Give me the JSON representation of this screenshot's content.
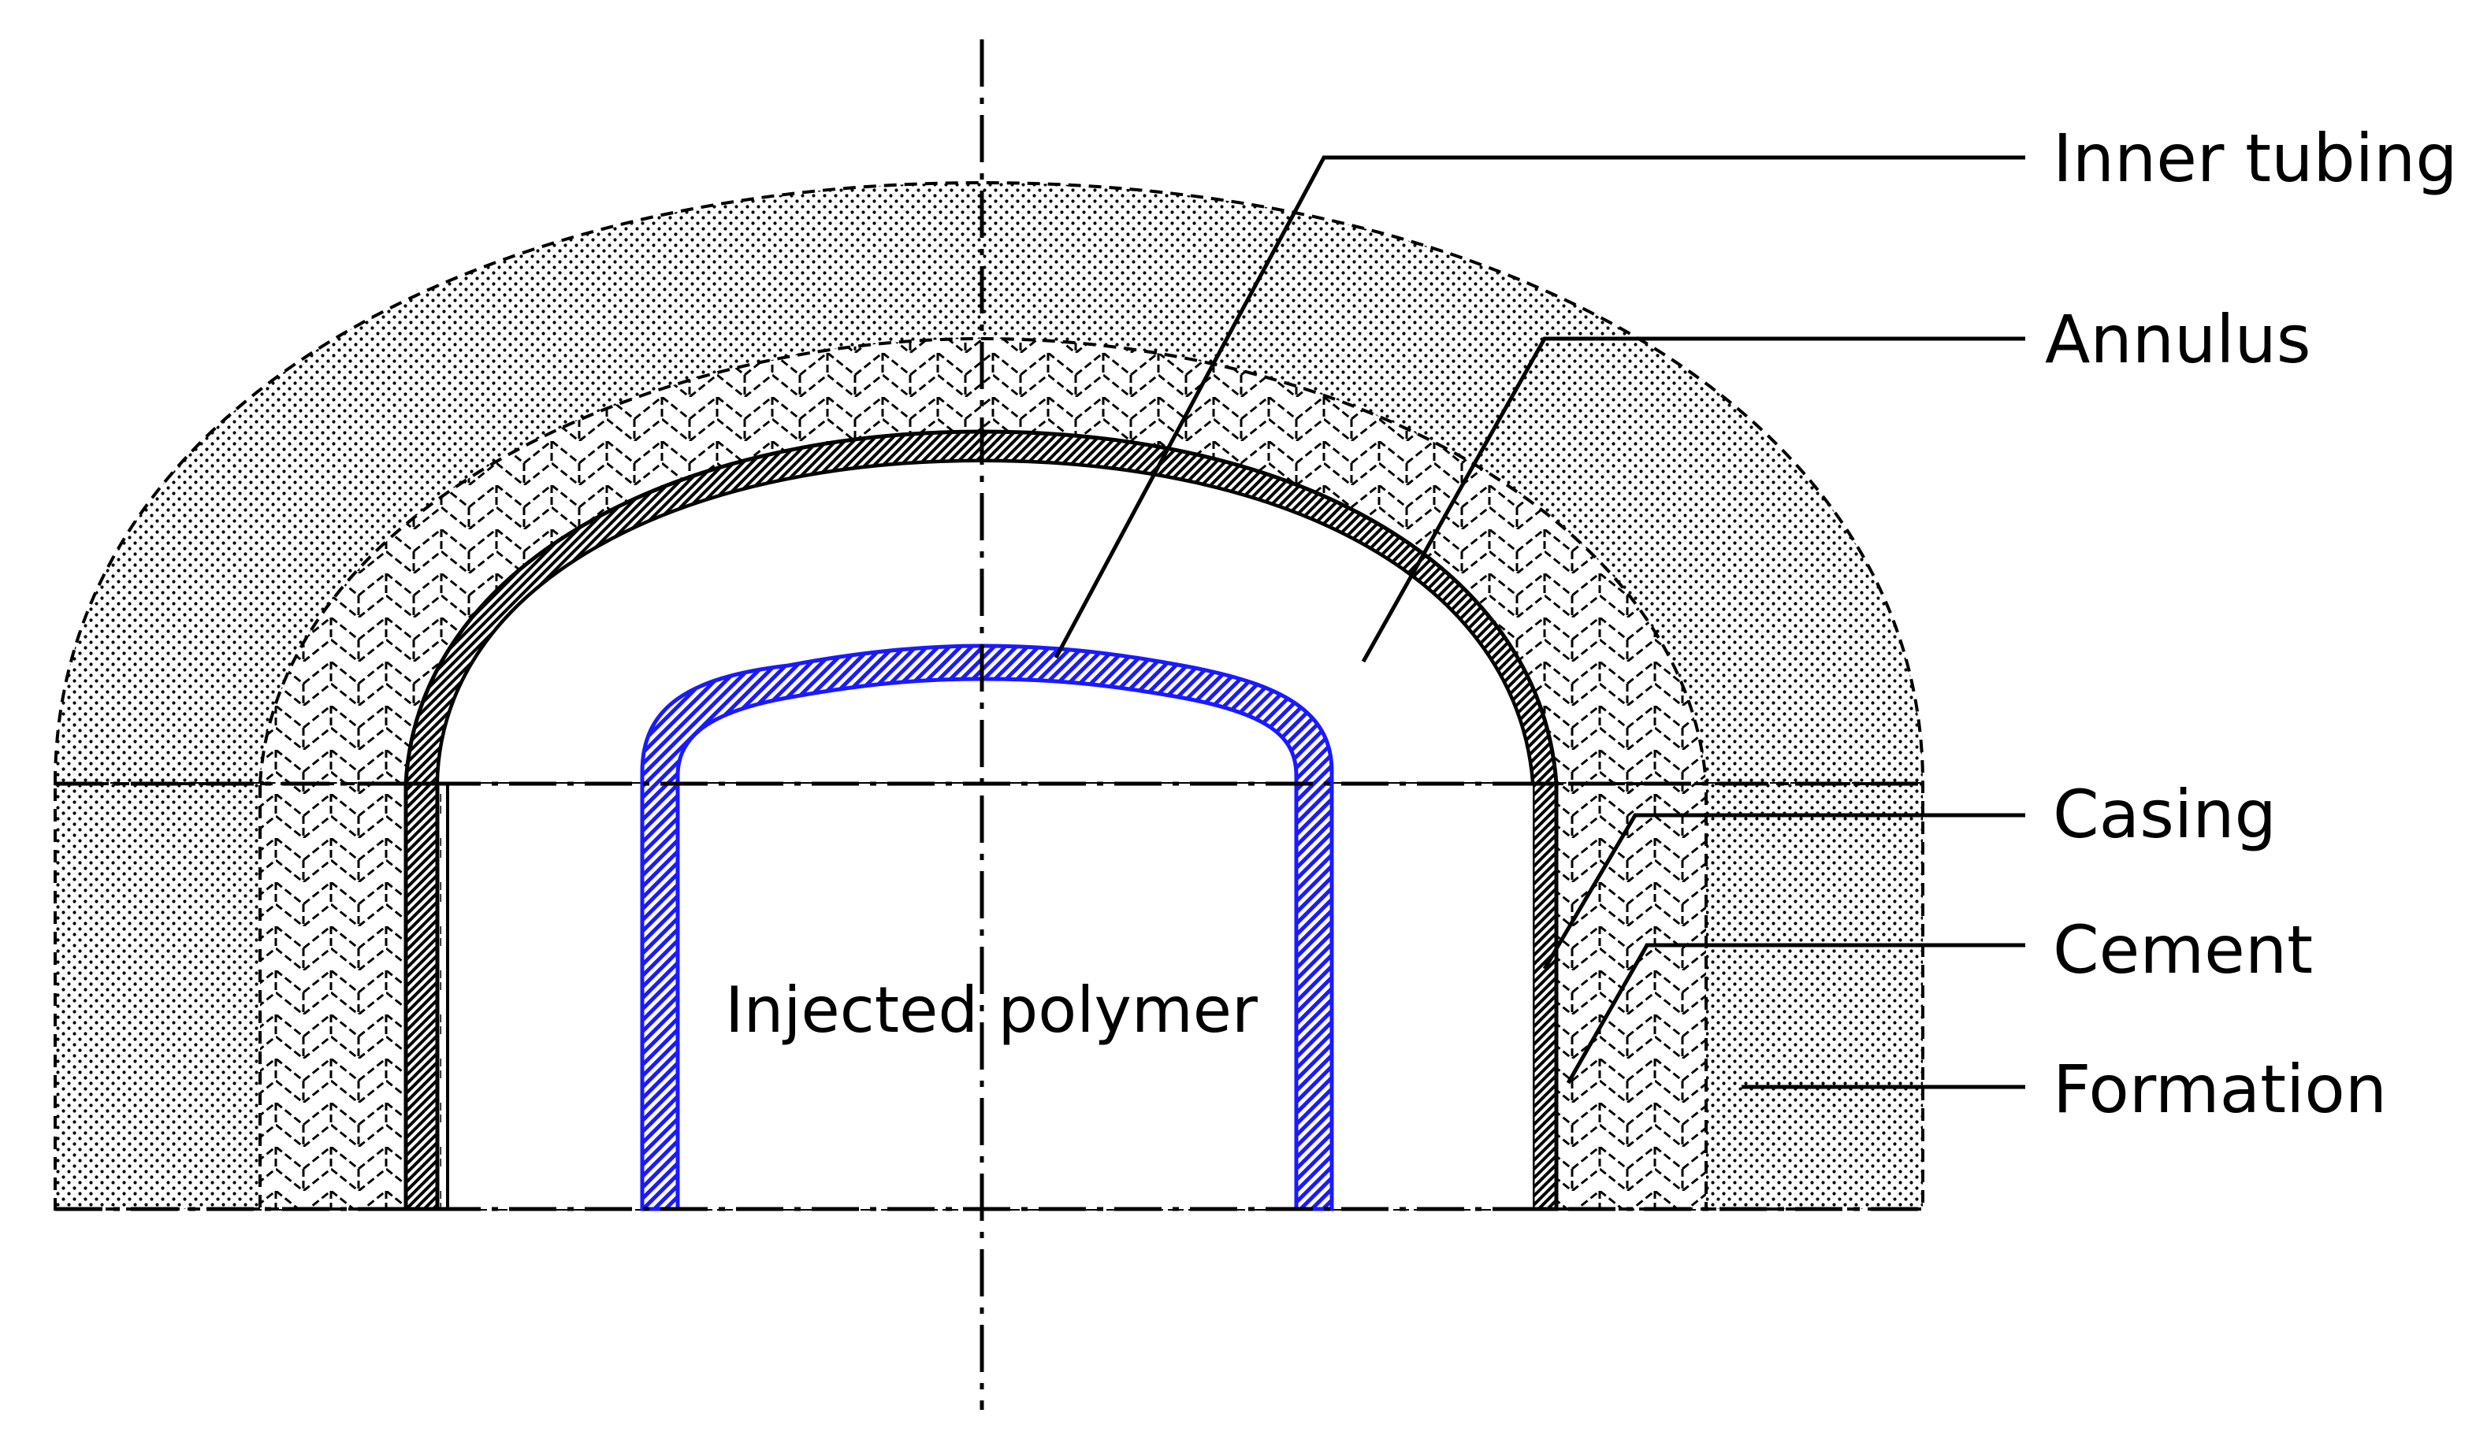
{
  "labels": {
    "inner_tubing": "Inner tubing",
    "annulus": "Annulus",
    "casing": "Casing",
    "cement": "Cement",
    "formation": "Formation",
    "injected_polymer": "Injected polymer"
  },
  "colors": {
    "tubing": "#1a1aff",
    "line": "#000000",
    "background": "#ffffff"
  }
}
